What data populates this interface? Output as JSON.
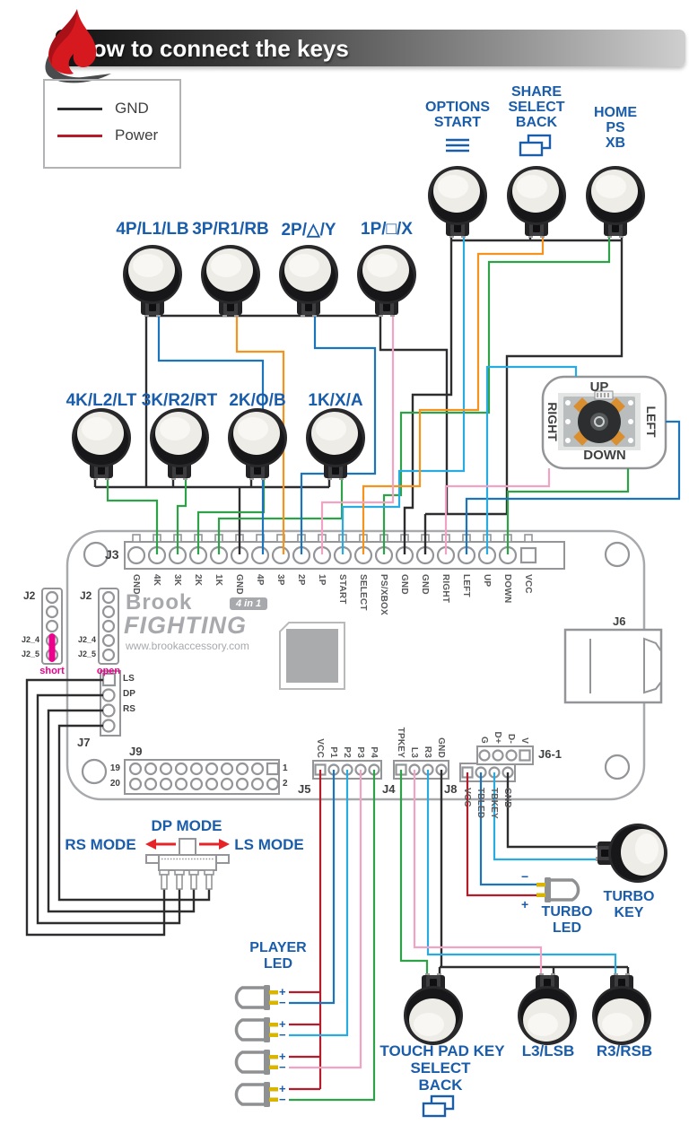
{
  "header": {
    "title": "How to connect the keys"
  },
  "legend": {
    "gnd": "GND",
    "power": "Power"
  },
  "colors": {
    "gnd_wire": "#2d2d2f",
    "power_wire": "#b51b28",
    "green_wire": "#2fa148",
    "blue_wire": "#1c75bc",
    "cyan_wire": "#29abe2",
    "orange_wire": "#f6921e",
    "pink_wire": "#f2a3c4",
    "label_blue": "#1a5dab",
    "magenta": "#ec008c",
    "arrow_red": "#e62329",
    "pcb_gray": "#a7a9ac"
  },
  "top_buttons": {
    "options": {
      "lines": [
        "OPTIONS",
        "START"
      ]
    },
    "share": {
      "lines": [
        "SHARE",
        "SELECT",
        "BACK"
      ]
    },
    "home": {
      "lines": [
        "HOME",
        "PS",
        "XB"
      ]
    }
  },
  "p_row": {
    "labels": [
      "4P/L1/LB",
      "3P/R1/RB",
      "2P/△/Y",
      "1P/□/X"
    ]
  },
  "k_row": {
    "labels": [
      "4K/L2/LT",
      "3K/R2/RT",
      "2K/O/B",
      "1K/X/A"
    ]
  },
  "joystick": {
    "up": "UP",
    "down": "DOWN",
    "left": "LEFT",
    "right": "RIGHT"
  },
  "j3": {
    "label": "J3",
    "pins": [
      "GND",
      "4K",
      "3K",
      "2K",
      "1K",
      "GND",
      "4P",
      "3P",
      "2P",
      "1P",
      "START",
      "SELECT",
      "PS/XBOX",
      "GND",
      "GND",
      "RIGHT",
      "LEFT",
      "UP",
      "DOWN",
      "VCC"
    ]
  },
  "j2_short": {
    "label": "J2",
    "pin4": "J2_4",
    "pin5": "J2_5",
    "state": "short"
  },
  "j2_open": {
    "label": "J2",
    "pin4": "J2_4",
    "pin5": "J2_5",
    "state": "open"
  },
  "logo": {
    "brand": "Brook",
    "product": "FIGHTING",
    "badge": "4 in 1",
    "url": "www.brookaccessory.com"
  },
  "j6": {
    "label": "J6"
  },
  "j6_1": {
    "label": "J6-1",
    "pins": [
      "G",
      "D+",
      "D-",
      "V"
    ]
  },
  "j7": {
    "label": "J7",
    "pins": [
      "LS",
      "DP",
      "RS"
    ]
  },
  "j9": {
    "label": "J9",
    "row_left": [
      "19",
      "20"
    ],
    "row_right": [
      "1",
      "2"
    ]
  },
  "j5": {
    "label": "J5",
    "pins": [
      "VCC",
      "P1",
      "P2",
      "P3",
      "P4"
    ]
  },
  "j4": {
    "label": "J4",
    "pins": [
      "TPKEY",
      "L3",
      "R3",
      "GND"
    ]
  },
  "j8": {
    "label": "J8",
    "pins": [
      "VCC",
      "TBLED",
      "TBKEY",
      "GND"
    ]
  },
  "mode_switch": {
    "dp": "DP MODE",
    "rs": "RS MODE",
    "ls": "LS MODE"
  },
  "player_led": {
    "lines": [
      "PLAYER",
      "LED"
    ],
    "plus": "+",
    "minus": "−"
  },
  "turbo_led": {
    "lines": [
      "TURBO",
      "LED"
    ],
    "plus": "+",
    "minus": "−"
  },
  "turbo_key": {
    "lines": [
      "TURBO",
      "KEY"
    ]
  },
  "touch_pad": {
    "lines": [
      "TOUCH PAD KEY",
      "SELECT",
      "BACK"
    ]
  },
  "l3_button": {
    "label": "L3/LSB"
  },
  "r3_button": {
    "label": "R3/RSB"
  }
}
